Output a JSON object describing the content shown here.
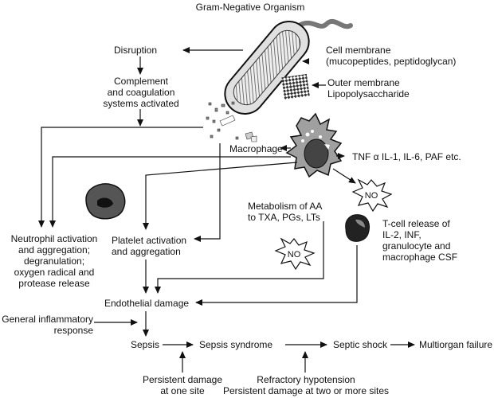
{
  "title": "Gram-Negative Organism",
  "labels": {
    "disruption": "Disruption",
    "complement": [
      "Complement",
      "and coagulation",
      "systems activated"
    ],
    "cell_membrane": [
      "Cell membrane",
      "(mucopeptides, peptidoglycan)"
    ],
    "outer_membrane": [
      "Outer membrane",
      "Lipopolysaccharide"
    ],
    "macrophage": "Macrophage",
    "cytokines": "TNF α IL-1, IL-6, PAF etc.",
    "no_1": "NO",
    "no_2": "NO",
    "aa_metabolism": [
      "Metabolism of AA",
      "to TXA, PGs, LTs"
    ],
    "tcell": [
      "T-cell release of",
      "IL-2, INF,",
      "granulocyte and",
      "macrophage CSF"
    ],
    "neutrophil": [
      "Neutrophil activation",
      "and aggregation;",
      "degranulation;",
      "oxygen radical and",
      "protease release"
    ],
    "platelet": [
      "Platelet activation",
      "and aggregation"
    ],
    "endothelial": "Endothelial damage",
    "general_inflammatory": [
      "General inflammatory",
      "response"
    ],
    "sepsis": "Sepsis",
    "sepsis_syndrome": "Sepsis syndrome",
    "septic_shock": "Septic shock",
    "multiorgan": "Multiorgan failure",
    "persistent_one": [
      "Persistent damage",
      "at one site"
    ],
    "refractory": [
      "Refractory hypotension",
      "Persistent damage at two or more sites"
    ]
  },
  "colors": {
    "line": "#111111",
    "cell_fill": "#d8d8d8",
    "cell_dark": "#4a4a4a",
    "macro_fill": "#a0a0a0"
  }
}
